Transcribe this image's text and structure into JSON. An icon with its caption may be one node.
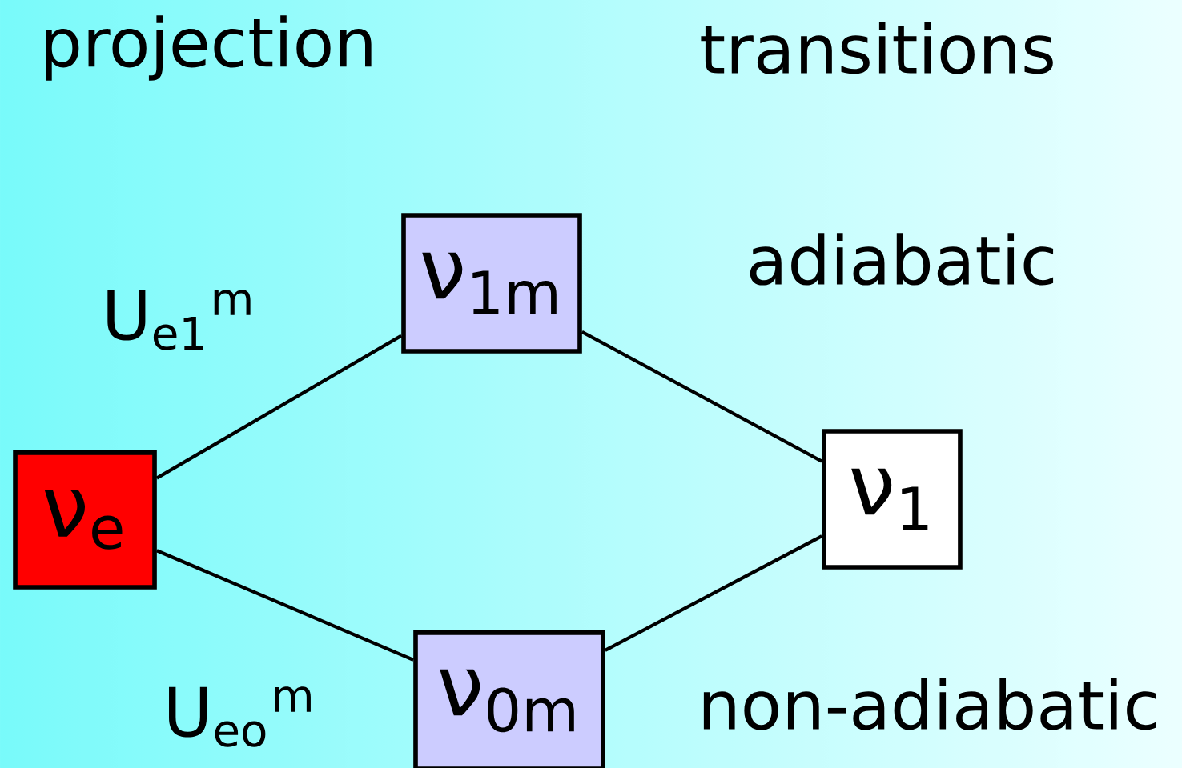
{
  "diagram": {
    "nodes": [
      {
        "text": [
          "ν$_{e}$"
        ]
      },
      {
        "text": [
          "ν$_{1m}$"
        ]
      },
      {
        "text": [
          "ν$_{0m}$"
        ]
      },
      {
        "text": [
          "ν$_{1}$"
        ]
      }
    ],
    "edges": [
      {
        "from": 0,
        "to": 1,
        "arrow": "none"
      },
      {
        "from": 0,
        "to": 2,
        "arrow": "none"
      },
      {
        "from": 1,
        "to": 3,
        "arrow": "none"
      },
      {
        "from": 2,
        "to": 3,
        "arrow": "none"
      }
    ],
    "labels": [
      "projection",
      "transitions",
      "U$_{e1}$$^{m}$",
      "adiabatic",
      "U$_{eo}$$^{m}$",
      "non-adiabatic"
    ]
  }
}
